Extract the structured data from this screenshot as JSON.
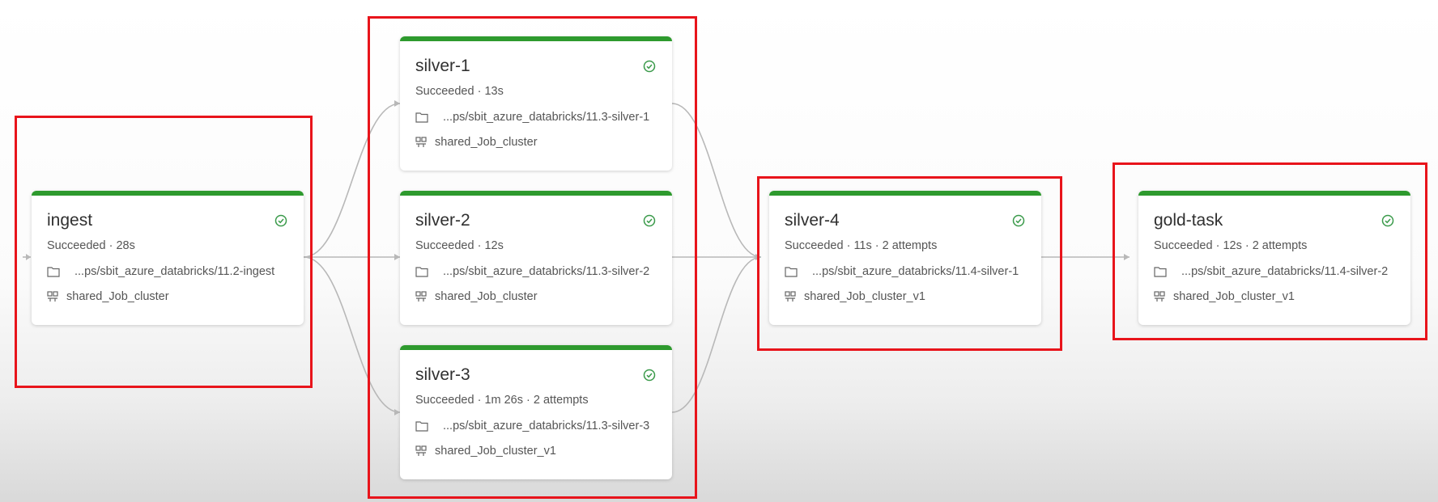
{
  "colors": {
    "success_bar": "#2e9a2e",
    "success_icon": "#3a9a4a",
    "highlight": "#e8141b",
    "edge": "#b8b8b8"
  },
  "tasks": [
    {
      "name": "ingest",
      "status": "Succeeded · 28s",
      "path": "...ps/sbit_azure_databricks/11.2-ingest",
      "cluster": "shared_Job_cluster"
    },
    {
      "name": "silver-1",
      "status": "Succeeded · 13s",
      "path": "...ps/sbit_azure_databricks/11.3-silver-1",
      "cluster": "shared_Job_cluster"
    },
    {
      "name": "silver-2",
      "status": "Succeeded · 12s",
      "path": "...ps/sbit_azure_databricks/11.3-silver-2",
      "cluster": "shared_Job_cluster"
    },
    {
      "name": "silver-3",
      "status": "Succeeded · 1m 26s · 2 attempts",
      "path": "...ps/sbit_azure_databricks/11.3-silver-3",
      "cluster": "shared_Job_cluster_v1"
    },
    {
      "name": "silver-4",
      "status": "Succeeded · 11s · 2 attempts",
      "path": "...ps/sbit_azure_databricks/11.4-silver-1",
      "cluster": "shared_Job_cluster_v1"
    },
    {
      "name": "gold-task",
      "status": "Succeeded · 12s · 2 attempts",
      "path": "...ps/sbit_azure_databricks/11.4-silver-2",
      "cluster": "shared_Job_cluster_v1"
    }
  ],
  "icons": {
    "status": "check-circle-icon",
    "notebook": "folder-icon",
    "cluster": "cluster-icon"
  }
}
